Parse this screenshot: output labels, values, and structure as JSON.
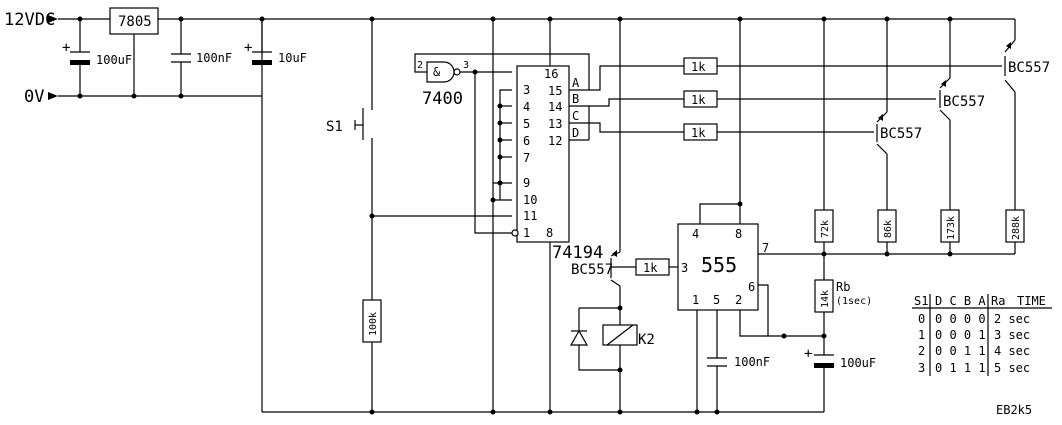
{
  "supply": {
    "v12": "12VDC",
    "v0": "0V"
  },
  "regulator": {
    "label": "7805"
  },
  "capacitors": {
    "c1": "100uF",
    "c2": "100nF",
    "c3": "10uF",
    "c4": "100nF",
    "c5": "100uF"
  },
  "switch": {
    "label": "S1"
  },
  "nand": {
    "part": "7400",
    "symbol": "&",
    "pin_in": "2",
    "pin_out": "3"
  },
  "shift_register": {
    "part": "74194",
    "left_pins": [
      "16",
      "3",
      "4",
      "5",
      "6",
      "7",
      "9",
      "10",
      "11",
      "1"
    ],
    "right_pins": [
      "15",
      "14",
      "13",
      "12"
    ],
    "outputs": [
      "A",
      "B",
      "C",
      "D"
    ],
    "bottom_pin": "8"
  },
  "resistors": {
    "r_base_a": "1k",
    "r_base_b": "1k",
    "r_base_c": "1k",
    "r_relay": "1k",
    "r_pulldown": "100k",
    "ra1": "72k",
    "ra2": "86k",
    "ra3": "173k",
    "ra4": "288k",
    "rb": "14k"
  },
  "transistors": {
    "t1": "BC557",
    "t2": "BC557",
    "t3": "BC557",
    "t4": "BC557"
  },
  "rb_label": "Rb",
  "rb_note": "(1sec)",
  "timer": {
    "part": "555",
    "pins": {
      "p4": "4",
      "p8": "8",
      "p3": "3",
      "p7": "7",
      "p6": "6",
      "p1": "1",
      "p5": "5",
      "p2": "2"
    }
  },
  "relay": {
    "label": "K2"
  },
  "plus_sign": "+",
  "table": {
    "headers": {
      "s1": "S1",
      "dcba": "D C B A",
      "ra": "Ra",
      "time": "TIME"
    },
    "rows": [
      {
        "s1": "0",
        "dcba": "0 0 0 0",
        "time": "2 sec"
      },
      {
        "s1": "1",
        "dcba": "0 0 0 1",
        "time": "3 sec"
      },
      {
        "s1": "2",
        "dcba": "0 0 1 1",
        "time": "4 sec"
      },
      {
        "s1": "3",
        "dcba": "0 1 1 1",
        "time": "5 sec"
      }
    ]
  },
  "signature": "EB2k5"
}
